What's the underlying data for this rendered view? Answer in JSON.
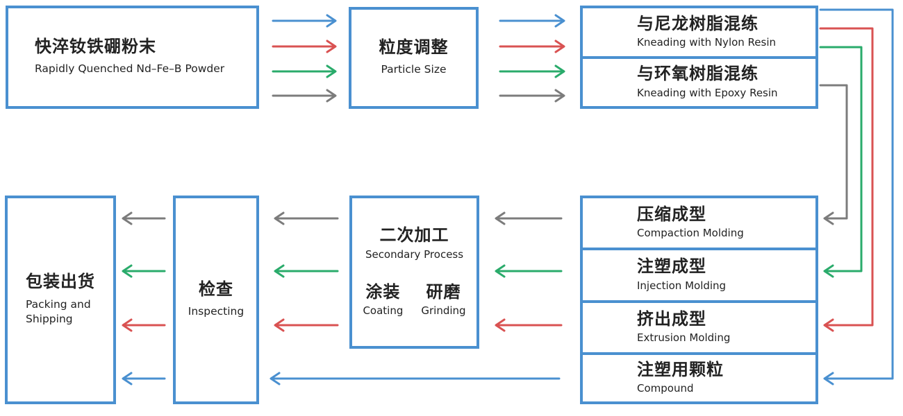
{
  "colors": {
    "box_border": "#4a90d0",
    "flow_blue": "#4a90d0",
    "flow_red": "#d95252",
    "flow_green": "#2aab6b",
    "flow_gray": "#7c7c7c",
    "text": "#222222"
  },
  "boxes": {
    "powder": {
      "zh": "快淬钕铁硼粉末",
      "en": "Rapidly Quenched Nd–Fe–B Powder"
    },
    "particle": {
      "zh": "粒度调整",
      "en": "Particle Size"
    },
    "nylon": {
      "zh": "与尼龙树脂混练",
      "en": "Kneading with Nylon Resin"
    },
    "epoxy": {
      "zh": "与环氧树脂混练",
      "en": "Kneading with Epoxy Resin"
    },
    "compaction": {
      "zh": "压缩成型",
      "en": "Compaction Molding"
    },
    "injection": {
      "zh": "注塑成型",
      "en": "Injection Molding"
    },
    "extrusion": {
      "zh": "挤出成型",
      "en": "Extrusion Molding"
    },
    "compound": {
      "zh": "注塑用颗粒",
      "en": "Compound"
    },
    "secondary": {
      "zh": "二次加工",
      "en": "Secondary Process",
      "sub": [
        {
          "zh": "涂装",
          "en": "Coating"
        },
        {
          "zh": "研磨",
          "en": "Grinding"
        }
      ]
    },
    "inspecting": {
      "zh": "检查",
      "en": "Inspecting"
    },
    "packing": {
      "zh": "包装出货",
      "en": "Packing and Shipping"
    }
  }
}
